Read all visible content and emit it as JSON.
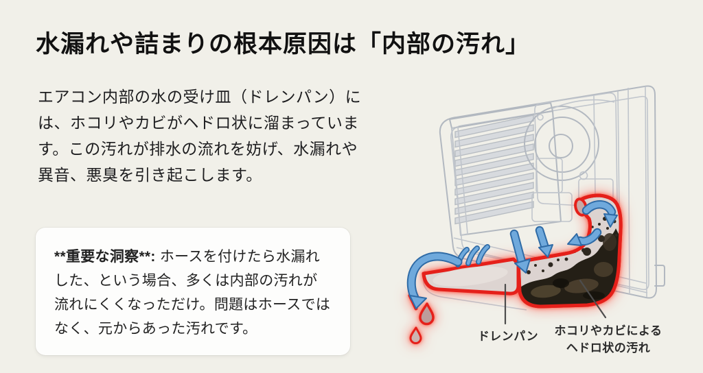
{
  "page": {
    "background": "#f1f0e9"
  },
  "header": {
    "title": "水漏れや詰まりの根本原因は「内部の汚れ」"
  },
  "intro": {
    "text": "エアコン内部の水の受け皿（ドレンパン）には、ホコリやカビがヘドロ状に溜まっています。この汚れが排水の流れを妨げ、水漏れや異音、悪臭を引き起こします。"
  },
  "callout": {
    "emphasis": "**重要な洞察**:",
    "text": "ホースを付けたら水漏れした、という場合、多くは内部の汚れが流れにくくなっただけ。問題はホースではなく、元からあった汚れです。"
  },
  "illustration": {
    "labels": {
      "drain_pan": "ドレンパン",
      "sludge_line1": "ホコリやカビによる",
      "sludge_line2": "ヘドロ状の汚れ"
    },
    "colors": {
      "highlight_red": "#e5201a",
      "red_glow": "rgba(255,60,40,0.65)",
      "flow_blue": "#6fa9dc",
      "flow_blue_dark": "#2f6ba6",
      "sludge_dark": "#241f16",
      "line_art_gray": "#b2b8c0",
      "pan_interior": "#dcd3d0",
      "water_drop_fill": "#bd9d9b"
    }
  }
}
